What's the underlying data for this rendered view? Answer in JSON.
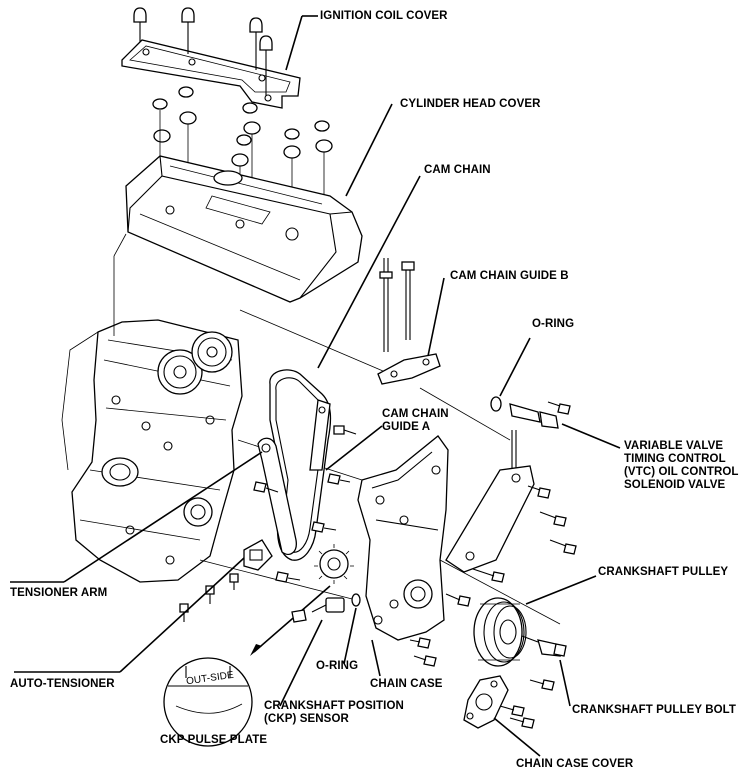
{
  "labels": {
    "ignition_coil_cover": "IGNITION COIL COVER",
    "cylinder_head_cover": "CYLINDER HEAD COVER",
    "cam_chain": "CAM CHAIN",
    "cam_chain_guide_b": "CAM CHAIN GUIDE B",
    "o_ring_top": "O-RING",
    "cam_chain_guide_a_line1": "CAM CHAIN",
    "cam_chain_guide_a_line2": "GUIDE A",
    "vtc_line1": "VARIABLE VALVE",
    "vtc_line2": "TIMING CONTROL",
    "vtc_line3": "(VTC) OIL CONTROL",
    "vtc_line4": "SOLENOID VALVE",
    "crankshaft_pulley": "CRANKSHAFT PULLEY",
    "tensioner_arm": "TENSIONER ARM",
    "auto_tensioner": "AUTO-TENSIONER",
    "o_ring_bottom": "O-RING",
    "ckp_sensor_line1": "CRANKSHAFT POSITION",
    "ckp_sensor_line2": "(CKP) SENSOR",
    "chain_case": "CHAIN CASE",
    "crankshaft_pulley_bolt": "CRANKSHAFT PULLEY BOLT",
    "ckp_pulse_plate": "CKP PULSE PLATE",
    "chain_case_cover": "CHAIN CASE COVER",
    "out_side_stamp": "OUT-SIDE"
  }
}
